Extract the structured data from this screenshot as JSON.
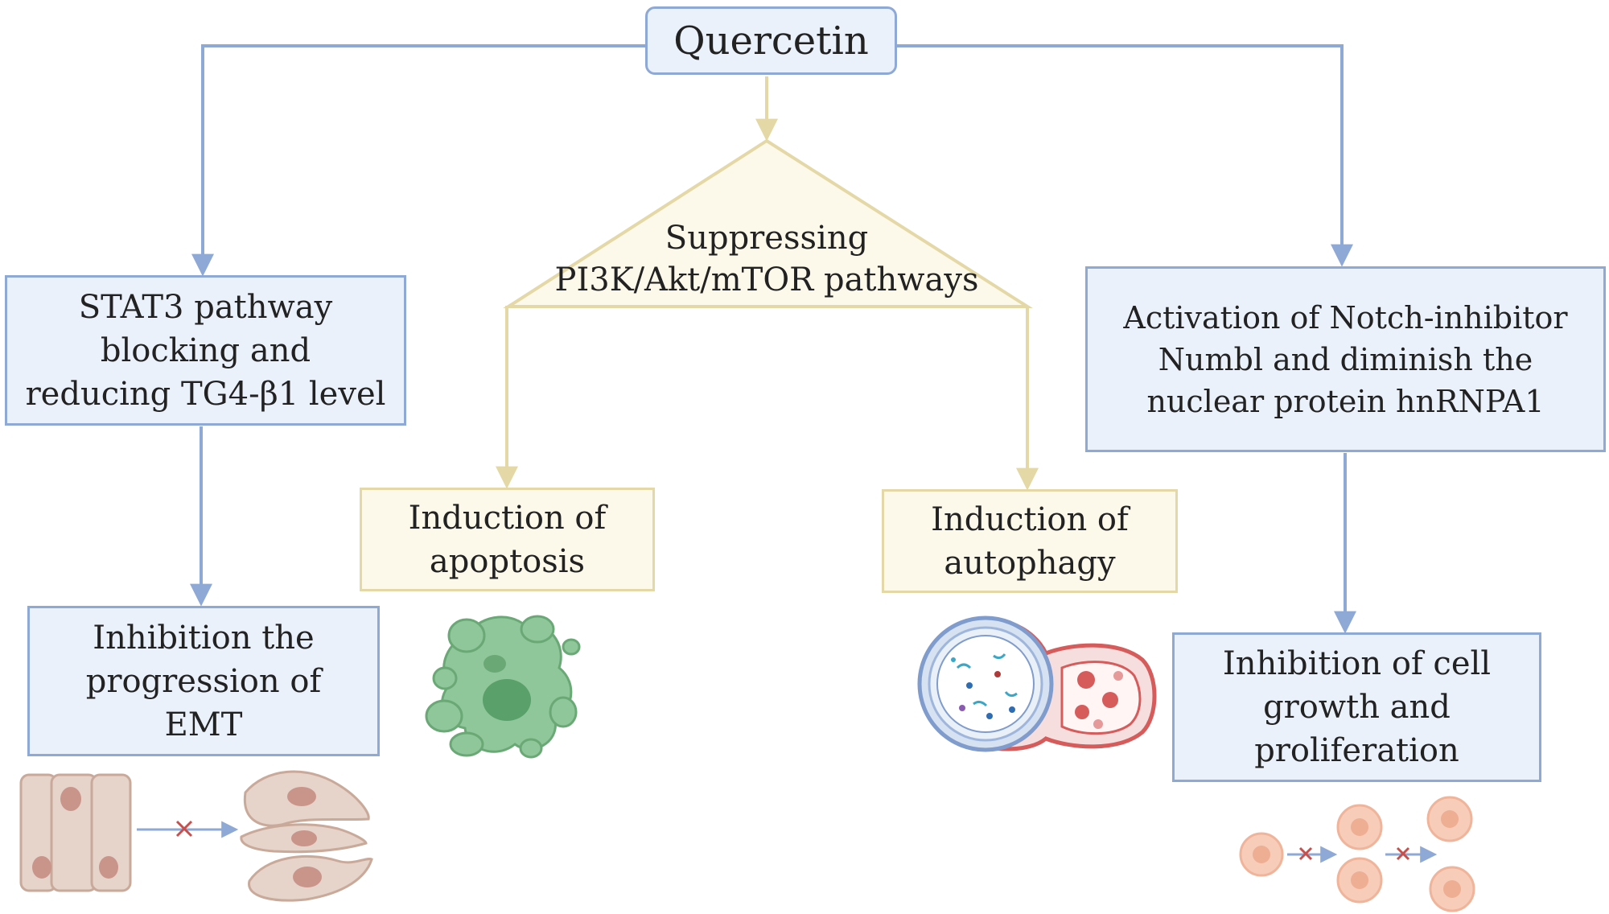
{
  "colors": {
    "blue_line": "#8fa9d6",
    "yellow_line": "#e3d8a6",
    "blue_fill": "#eaf1fb",
    "yellow_fill": "#fcf9ea"
  },
  "nodes": {
    "quercetin": "Quercetin",
    "pi3k": "Suppressing\nPI3K/Akt/mTOR pathways",
    "stat3": "STAT3 pathway\nblocking and\nreducing TG4-β1 level",
    "emt": "Inhibition the\nprogression of\nEMT",
    "apoptosis": "Induction of\napoptosis",
    "autophagy": "Induction of\nautophagy",
    "notch": "Activation of Notch-inhibitor\nNumbl and diminish the\nnuclear protein hnRNPA1",
    "growth": "Inhibition of cell\ngrowth and\nproliferation"
  },
  "icons": {
    "emt": "epithelial-mesenchymal-transition-icon",
    "apoptosis": "apoptotic-cell-icon",
    "autophagy": "autophagosome-lysosome-fusion-icon",
    "proliferation": "cell-division-blocked-icon"
  }
}
